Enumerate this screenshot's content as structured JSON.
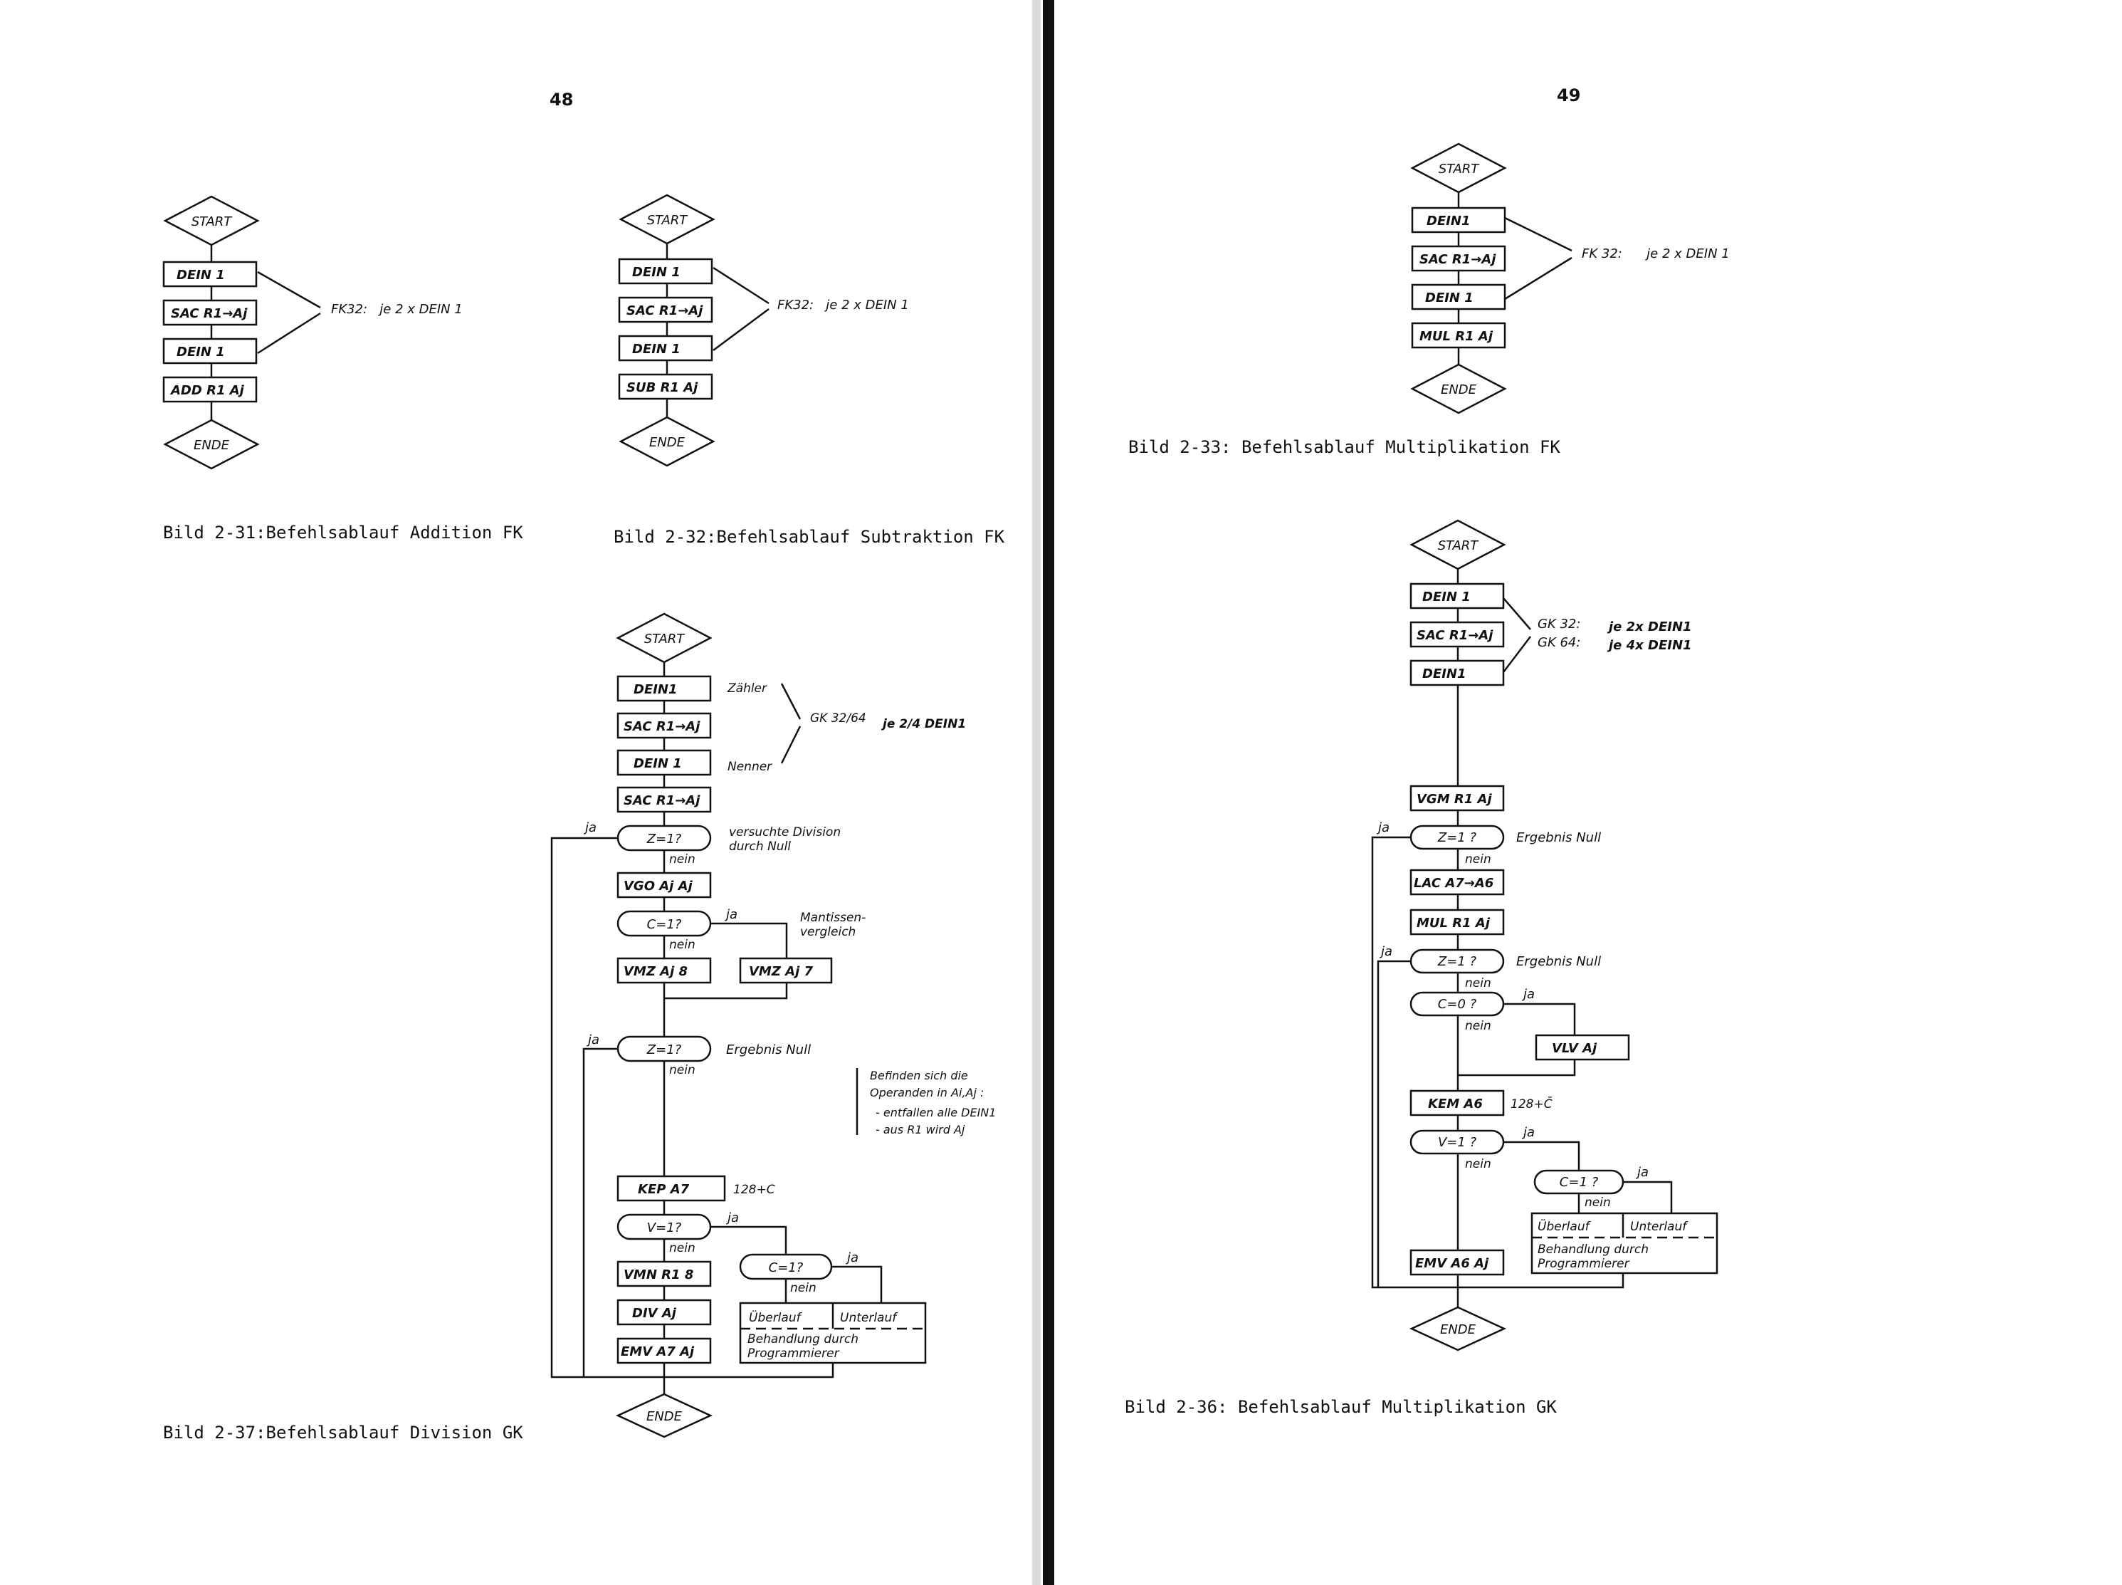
{
  "pages": {
    "left_number": "48",
    "right_number": "49"
  },
  "common": {
    "start": "START",
    "end": "ENDE",
    "ja": "ja",
    "nein": "nein"
  },
  "fig31": {
    "caption": "Bild 2-31:Befehlsablauf Addition FK",
    "boxes": [
      "DEIN 1",
      "SAC R1→Aj",
      "DEIN 1",
      "ADD R1 Aj"
    ],
    "note": "FK32:   je 2 x DEIN 1"
  },
  "fig32": {
    "caption": "Bild 2-32:Befehlsablauf Subtraktion FK",
    "boxes": [
      "DEIN 1",
      "SAC R1→Aj",
      "DEIN 1",
      "SUB R1 Aj"
    ],
    "note": "FK32:   je 2 x DEIN 1"
  },
  "fig33": {
    "caption": "Bild 2-33: Befehlsablauf Multiplikation FK",
    "boxes": [
      "DEIN1",
      "SAC R1→Aj",
      "DEIN 1",
      "MUL R1 Aj"
    ],
    "note": "FK 32:      je 2 x DEIN 1"
  },
  "fig37": {
    "caption": "Bild 2-37:Befehlsablauf Division GK",
    "boxes": [
      "DEIN1",
      "SAC R1→Aj",
      "DEIN 1",
      "SAC R1→Aj",
      "VGO Aj Aj",
      "VMZ Aj 8",
      "VMZ Aj 7",
      "KEP A7",
      "VMN R1 8",
      "DIV Aj",
      "EMV A7 Aj"
    ],
    "decisions": [
      "Z=1?",
      "C=1?",
      "Z=1?",
      "V=1?",
      "C=1?"
    ],
    "labels": {
      "zaehler": "Zähler",
      "nenner": "Nenner",
      "gk": "GK 32/64",
      "je": "je 2/4 DEIN1",
      "div_null_1": "versuchte Division",
      "div_null_2": "durch Null",
      "mant_1": "Mantissen-",
      "mant_2": "vergleich",
      "erg_null": "Ergebnis Null",
      "kep_note": "128+C",
      "ueberlauf": "Überlauf",
      "unterlauf": "Unterlauf",
      "beh_1": "Behandlung durch",
      "beh_2": "Programmierer"
    }
  },
  "side_note": {
    "line1": "Befinden sich die",
    "line2": "Operanden in Ai,Aj :",
    "line3": "- entfallen alle DEIN1",
    "line4": "- aus R1 wird Aj"
  },
  "fig36": {
    "caption": "Bild 2-36: Befehlsablauf Multiplikation GK",
    "boxes": [
      "DEIN 1",
      "SAC R1→Aj",
      "DEIN1",
      "VGM R1 Aj",
      "LAC A7→A6",
      "MUL R1 Aj",
      "VLV Aj",
      "KEM A6",
      "EMV A6 Aj"
    ],
    "decisions": [
      "Z=1 ?",
      "Z=1 ?",
      "C=0 ?",
      "V=1 ?",
      "C=1 ?"
    ],
    "labels": {
      "gk32": "GK 32:",
      "gk64": "GK 64:",
      "je32": "je 2x DEIN1",
      "je64": "je 4x DEIN1",
      "erg_null": "Ergebnis Null",
      "kem_note": "128+C̄",
      "ueberlauf": "Überlauf",
      "unterlauf": "Unterlauf",
      "beh_1": "Behandlung durch",
      "beh_2": "Programmierer"
    }
  }
}
